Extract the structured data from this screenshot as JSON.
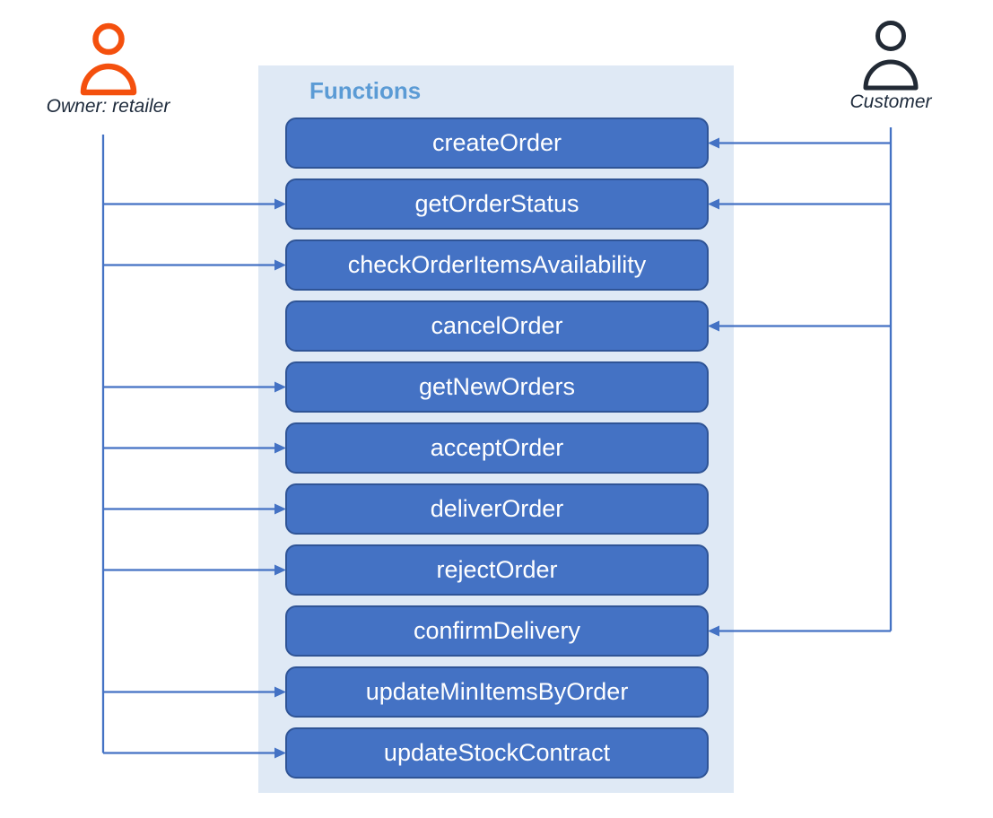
{
  "diagram_title": "Functions",
  "actors": {
    "owner": {
      "label": "Owner: retailer",
      "icon": "person-icon",
      "accent_color": "#f4500e"
    },
    "customer": {
      "label": "Customer",
      "icon": "person-icon",
      "accent_color": "#222a35"
    }
  },
  "functions": {
    "title": "Functions",
    "items": [
      "createOrder",
      "getOrderStatus",
      "checkOrderItemsAvailability",
      "cancelOrder",
      "getNewOrders",
      "acceptOrder",
      "deliverOrder",
      "rejectOrder",
      "confirmDelivery",
      "updateMinItemsByOrder",
      "updateStockContract"
    ]
  },
  "connections": [
    {
      "from": "customer",
      "to": "createOrder"
    },
    {
      "from": "owner",
      "to": "getOrderStatus"
    },
    {
      "from": "customer",
      "to": "getOrderStatus"
    },
    {
      "from": "owner",
      "to": "checkOrderItemsAvailability"
    },
    {
      "from": "customer",
      "to": "cancelOrder"
    },
    {
      "from": "owner",
      "to": "getNewOrders"
    },
    {
      "from": "owner",
      "to": "acceptOrder"
    },
    {
      "from": "owner",
      "to": "deliverOrder"
    },
    {
      "from": "owner",
      "to": "rejectOrder"
    },
    {
      "from": "customer",
      "to": "confirmDelivery"
    },
    {
      "from": "owner",
      "to": "updateMinItemsByOrder"
    },
    {
      "from": "owner",
      "to": "updateStockContract"
    }
  ],
  "colors": {
    "panel_background": "#dfe9f5",
    "box_fill": "#4472c4",
    "box_border": "#2f5496",
    "box_text": "#ffffff",
    "panel_title_text": "#5b9bd5",
    "connector_line": "#4472c4",
    "owner_icon": "#f4500e",
    "customer_icon": "#222a35",
    "actor_label_text": "#1e2b3c"
  }
}
